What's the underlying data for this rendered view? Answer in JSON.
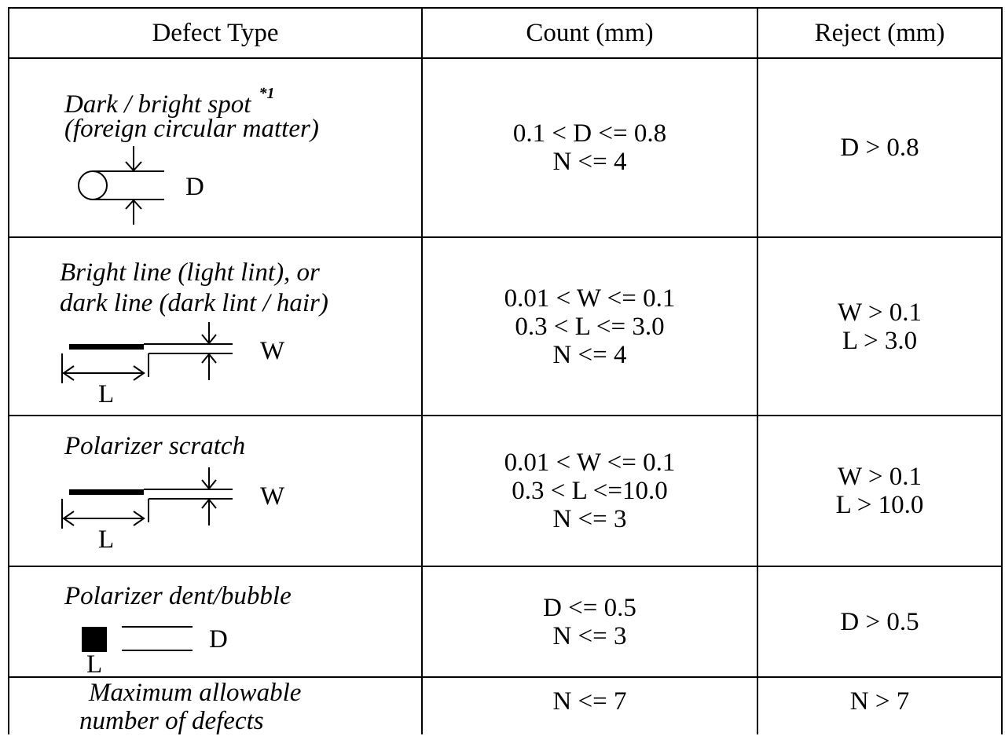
{
  "table": {
    "headers": {
      "defect_type": "Defect Type",
      "count": "Count (mm)",
      "reject": "Reject (mm)"
    },
    "rows": [
      {
        "desc_line1": "Dark / bright spot",
        "desc_sup": "*1",
        "desc_line2": "(foreign circular matter)",
        "diagram_label": "D",
        "count_lines": [
          "0.1 < D <= 0.8",
          "N <= 4"
        ],
        "reject_lines": [
          "D > 0.8"
        ]
      },
      {
        "desc_line1": "Bright line  (light lint), or",
        "desc_line2": "dark line  (dark lint / hair)",
        "diagram_label_w": "W",
        "diagram_label_l": "L",
        "count_lines": [
          "0.01 < W <= 0.1",
          "0.3 < L <= 3.0",
          "N <= 4"
        ],
        "reject_lines": [
          "W > 0.1",
          "L > 3.0"
        ]
      },
      {
        "desc_line1": "Polarizer scratch",
        "diagram_label_w": "W",
        "diagram_label_l": "L",
        "count_lines": [
          "0.01 < W <= 0.1",
          "0.3 < L <=10.0",
          "N <= 3"
        ],
        "reject_lines": [
          "W > 0.1",
          "L > 10.0"
        ]
      },
      {
        "desc_line1": "Polarizer dent/bubble",
        "diagram_label_d": "D",
        "diagram_label_l": "L",
        "count_lines": [
          "D <= 0.5",
          "N <= 3"
        ],
        "reject_lines": [
          "D > 0.5"
        ]
      },
      {
        "desc_line1": "Maximum allowable",
        "desc_line2": "number of defects",
        "count_lines": [
          "N <= 7"
        ],
        "reject_lines": [
          "N > 7"
        ]
      }
    ]
  }
}
